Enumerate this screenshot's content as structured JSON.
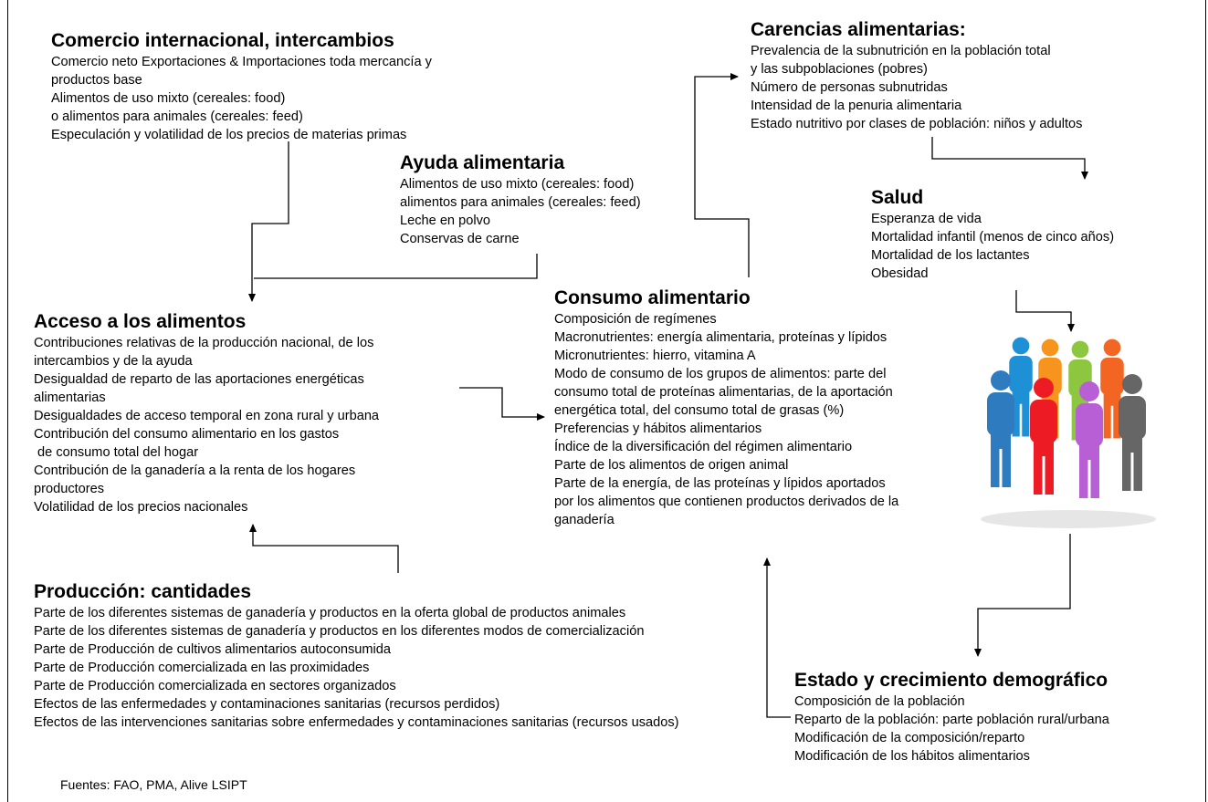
{
  "blocks": {
    "comercio": {
      "title": "Comercio internacional, intercambios",
      "items": [
        "Comercio neto Exportaciones & Importaciones toda mercancía y",
        "productos base",
        "Alimentos de uso mixto (cereales: food)",
        "o alimentos para animales (cereales: feed)",
        "Especulación y volatilidad de los precios de materias primas"
      ]
    },
    "ayuda": {
      "title": "Ayuda alimentaria",
      "items": [
        "Alimentos de uso mixto (cereales: food)",
        "alimentos para animales (cereales: feed)",
        "Leche en polvo",
        "Conservas de carne"
      ]
    },
    "carencias": {
      "title": "Carencias alimentarias:",
      "items": [
        "Prevalencia de la subnutrición en la población total",
        "y las subpoblaciones (pobres)",
        "Número de personas subnutridas",
        "Intensidad de la penuria alimentaria",
        "Estado nutritivo por clases de población: niños y adultos"
      ]
    },
    "salud": {
      "title": "Salud",
      "items": [
        "Esperanza de vida",
        "Mortalidad infantil (menos de cinco años)",
        "Mortalidad de los lactantes",
        "Obesidad"
      ]
    },
    "acceso": {
      "title": "Acceso a los alimentos",
      "items": [
        "Contribuciones relativas de la producción nacional, de los",
        "intercambios y de la ayuda",
        "Desigualdad de reparto de las aportaciones energéticas",
        "alimentarias",
        "Desigualdades de acceso temporal en zona rural y urbana",
        "Contribución del consumo alimentario en los gastos",
        " de consumo total del hogar",
        "Contribución de la ganadería a la renta de los hogares",
        "productores",
        "Volatilidad de los precios nacionales"
      ]
    },
    "consumo": {
      "title": "Consumo alimentario",
      "items": [
        "Composición de regímenes",
        "Macronutrientes: energía alimentaria, proteínas y lípidos",
        "Micronutrientes: hierro, vitamina A",
        "Modo de consumo de los grupos de alimentos: parte del",
        "consumo total de proteínas alimentarias, de la aportación",
        "energética total, del consumo total de grasas (%)",
        "Preferencias y hábitos alimentarios",
        "Índice de la diversificación del régimen alimentario",
        "Parte de los alimentos de origen animal",
        "Parte de la energía, de las proteínas y lípidos aportados",
        "por los alimentos que contienen productos derivados de la",
        "ganadería"
      ]
    },
    "produccion": {
      "title": "Producción: cantidades",
      "items": [
        "Parte de los diferentes sistemas de ganadería y productos en la oferta global de productos animales",
        "Parte de los diferentes sistemas de ganadería y productos en los diferentes modos de comercialización",
        "Parte de Producción de cultivos alimentarios autoconsumida",
        "Parte de Producción comercializada en las proximidades",
        "Parte de Producción comercializada en sectores organizados",
        "Efectos de las enfermedades y contaminaciones sanitarias (recursos perdidos)",
        "Efectos de las intervenciones sanitarias sobre enfermedades y contaminaciones sanitarias (recursos usados)"
      ]
    },
    "estado": {
      "title": "Estado y crecimiento demográfico",
      "items": [
        "Composición de la población",
        "Reparto de la población: parte población rural/urbana",
        "Modificación de la composición/reparto",
        "Modificación de los hábitos alimentarios"
      ]
    }
  },
  "source": "Fuentes: FAO, PMA, Alive LSIPT",
  "people_colors": [
    "#1e90d6",
    "#f7941d",
    "#8dc63f",
    "#f26522",
    "#2e7bbf",
    "#ed1c24",
    "#b85fd6",
    "#666666",
    "#29abe2"
  ]
}
